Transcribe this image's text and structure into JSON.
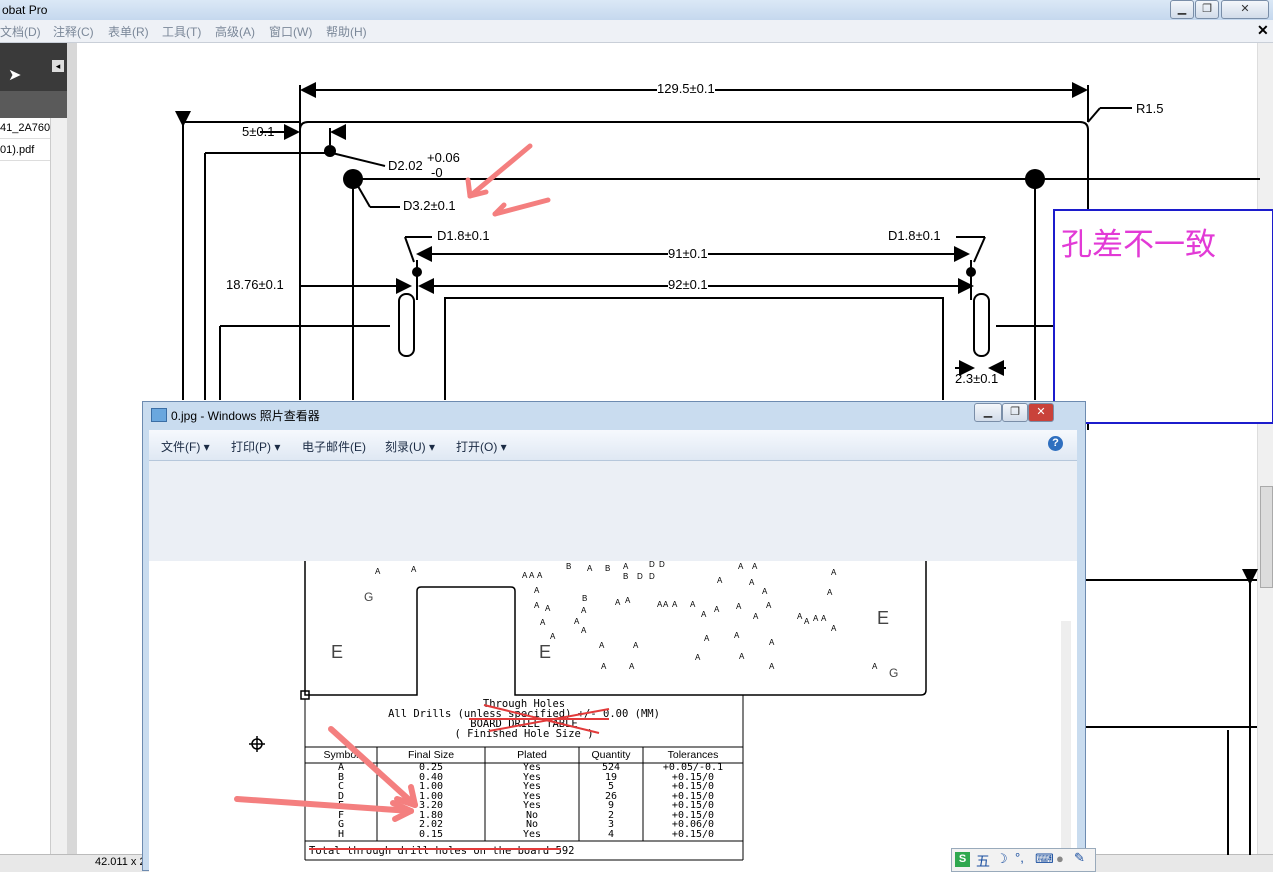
{
  "acrobat": {
    "title": "obat Pro",
    "menu": [
      "文档(D)",
      "注释(C)",
      "表单(R)",
      "工具(T)",
      "高级(A)",
      "窗口(W)",
      "帮助(H)"
    ],
    "files": [
      "41_2A760",
      "01).pdf"
    ],
    "status": "42.011 x 2"
  },
  "drawing": {
    "dims": {
      "overall": "129.5±0.1",
      "radius": "R1.5",
      "offset": "5±0.1",
      "d202": "D2.02",
      "d202_tol_plus": "+0.06",
      "d202_tol_minus": "-0",
      "d32": "D3.2±0.1",
      "d18_left": "D1.8±0.1",
      "d18_right": "D1.8±0.1",
      "span91": "91±0.1",
      "span92": "92±0.1",
      "left1876": "18.76±0.1",
      "slot": "2.3±0.1"
    }
  },
  "note": {
    "text": "孔差不一致",
    "border_color": "#1c1ccc",
    "text_color": "#e23ad6"
  },
  "photo_viewer": {
    "title": "0.jpg - Windows 照片查看器",
    "toolbar": [
      "文件(F)",
      "打印(P)",
      "电子邮件(E)",
      "刻录(U)",
      "打开(O)"
    ],
    "image": {
      "letters": [
        "G",
        "E",
        "E",
        "E",
        "G"
      ],
      "header": [
        "Through Holes",
        "All Drills (unless specified) +/- 0.00 (MM)",
        "BOARD DRILL TABLE",
        "( Finished Hole Size )"
      ],
      "table": {
        "columns": [
          "Symbol",
          "Final Size",
          "Plated",
          "Quantity",
          "Tolerances"
        ],
        "rows": [
          [
            "A",
            "0.25",
            "Yes",
            "524",
            "+0.05/-0.1"
          ],
          [
            "B",
            "0.40",
            "Yes",
            "19",
            "+0.15/0"
          ],
          [
            "C",
            "1.00",
            "Yes",
            "5",
            "+0.15/0"
          ],
          [
            "D",
            "1.00",
            "Yes",
            "26",
            "+0.15/0"
          ],
          [
            "E",
            "3.20",
            "Yes",
            "9",
            "+0.15/0"
          ],
          [
            "F",
            "1.80",
            "No",
            "2",
            "+0.15/0"
          ],
          [
            "G",
            "2.02",
            "No",
            "3",
            "+0.06/0"
          ],
          [
            "H",
            "0.15",
            "Yes",
            "4",
            "+0.15/0"
          ]
        ],
        "footer": "Total through drill holes on the board 592"
      }
    }
  },
  "tray": {
    "ime": "五"
  }
}
